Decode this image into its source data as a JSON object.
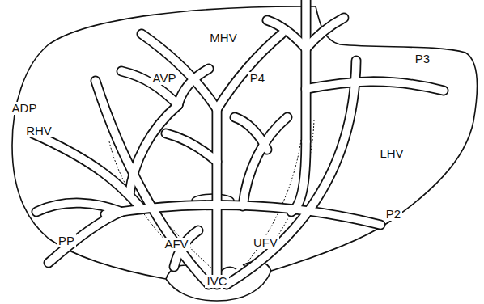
{
  "diagram": {
    "labels": [
      "MHV",
      "AVP",
      "P4",
      "P3",
      "ADP",
      "RHV",
      "LHV",
      "P2",
      "PP",
      "AFV",
      "UFV",
      "IVC"
    ]
  }
}
